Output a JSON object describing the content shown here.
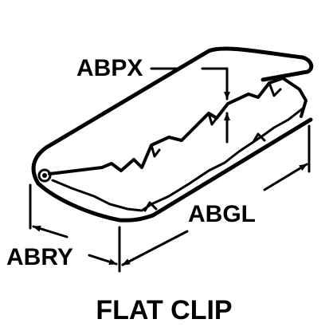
{
  "diagram": {
    "title": "FLAT CLIP",
    "labels": {
      "abpx": "ABPX",
      "abgl": "ABGL",
      "abry": "ABRY"
    }
  }
}
